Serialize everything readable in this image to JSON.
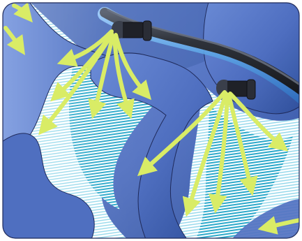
{
  "figure": {
    "kind": "illustration",
    "subject": "air-flow-tubes",
    "has_text": false
  },
  "colors": {
    "fabric_dark": "#36549f",
    "fabric_mid": "#5a79c6",
    "fabric_light": "#93aee6",
    "air_channel": "#27a7c9",
    "air_channel_light": "#8fd6ea",
    "arrow": "#d9ec66",
    "arrow_shadow": "#9fbf2b",
    "hose": "#2f333b",
    "hose_highlight": "#6e7686",
    "tube_blue": "#5ea6e6",
    "frame_stroke": "#1f2a5a"
  },
  "icons": [
    "hose-icon",
    "nozzle-icon",
    "air-flow-arrow-icon"
  ],
  "nozzles": [
    {
      "id": "nozzle-1",
      "name": "nozzle-left",
      "arrow_count": 6
    },
    {
      "id": "nozzle-2",
      "name": "nozzle-right",
      "arrow_count": 5
    }
  ]
}
